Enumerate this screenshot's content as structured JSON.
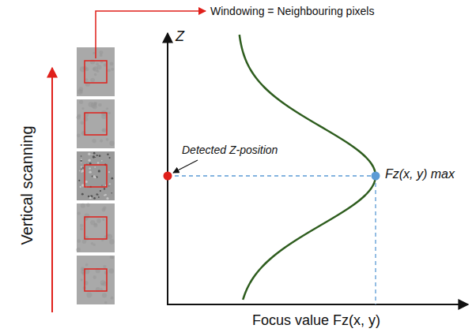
{
  "diagram": {
    "labels": [
      "Windowing = Neighbouring pixels",
      "Z",
      "Detected Z-position",
      "Fz(x, y) max",
      "Vertical scanning",
      "Focus value Fz(x, y)"
    ]
  }
}
